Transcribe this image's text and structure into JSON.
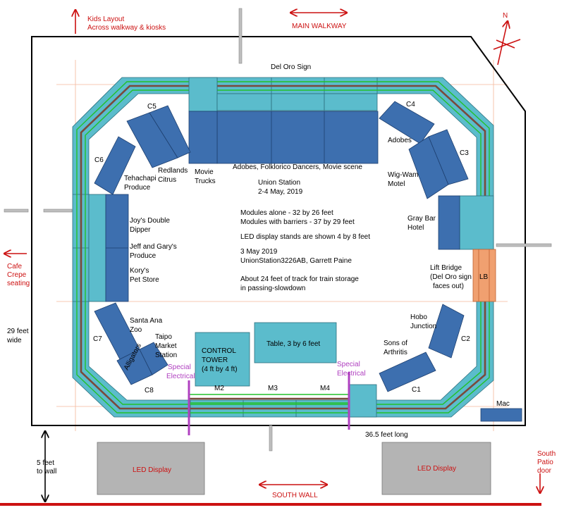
{
  "top": {
    "kids_layout_1": "Kids Layout",
    "kids_layout_2": "Across walkway & kiosks",
    "main_walkway": "MAIN WALKWAY",
    "north": "N",
    "del_oro_sign": "Del Oro Sign"
  },
  "corners": {
    "c1": "C1",
    "c2": "C2",
    "c3": "C3",
    "c4": "C4",
    "c5": "C5",
    "c6": "C6",
    "c7": "C7",
    "c8": "C8",
    "lb": "LB"
  },
  "labels": {
    "adobes": "Adobes",
    "wigwam_1": "Wig-Wam",
    "wigwam_2": "Motel",
    "graybar_1": "Gray Bar",
    "graybar_2": "Hotel",
    "liftbridge_1": "Lift Bridge",
    "liftbridge_2": "(Del Oro sign",
    "liftbridge_3": "faces out)",
    "hobo_1": "Hobo",
    "hobo_2": "Junction",
    "sons_1": "Sons of",
    "sons_2": "Arthritis",
    "redlands_1": "Redlands",
    "redlands_2": "Citrus",
    "tehachapi_1": "Tehachapi",
    "tehachapi_2": "Produce",
    "movie_1": "Movie",
    "movie_2": "Trucks",
    "joys_1": "Joy's Double",
    "joys_2": "Dipper",
    "jeff_1": "Jeff and Gary's",
    "jeff_2": "Produce",
    "kory_1": "Kory's",
    "kory_2": "Pet Store",
    "santa_1": "Santa Ana",
    "santa_2": "Zoo",
    "taipo_1": "Taipo",
    "taipo_2": "Market",
    "taipo_3": "Station",
    "alligators": "Alligators",
    "control_1": "CONTROL",
    "control_2": "TOWER",
    "control_3": "(4 ft  by 4 ft)",
    "table": "Table, 3 by 6 feet",
    "special_1": "Special",
    "special_2": "Electrical",
    "m2": "M2",
    "m3": "M3",
    "m4": "M4",
    "mac": "Mac"
  },
  "center": {
    "line1": "Adobes, Folklorico Dancers, Movie scene",
    "line2": "Union Station",
    "line3": "2-4 May, 2019",
    "line4": "Modules alone - 32 by 26 feet",
    "line5": "Modules with barriers - 37 by 29 feet",
    "line6": "LED display stands are shown 4 by 8 feet",
    "line7": "3 May 2019",
    "line8": "UnionStation3226AB, Garrett Paine",
    "line9": "About 24 feet of track for train storage",
    "line10": "in passing-slowdown"
  },
  "edges": {
    "cafe_1": "Cafe",
    "cafe_2": "Crepe",
    "cafe_3": "seating",
    "width_1": "29 feet",
    "width_2": "wide",
    "length": "36.5 feet long",
    "to_wall_1": "5 feet",
    "to_wall_2": "to wall",
    "led_left": "LED Display",
    "led_right": "LED Display",
    "south_wall": "SOUTH WALL",
    "patio_1": "South",
    "patio_2": "Patio",
    "patio_3": "door"
  },
  "colors": {
    "module_teal": "#5bbccc",
    "building_blue": "#3d6faf",
    "track_green": "#22c02a",
    "track_brown": "#7a4a3a",
    "lift_bridge_orange": "#f0a070",
    "led_gray": "#b4b4b4",
    "annotation_red": "#cc1111",
    "electrical_purple": "#b040c0"
  }
}
